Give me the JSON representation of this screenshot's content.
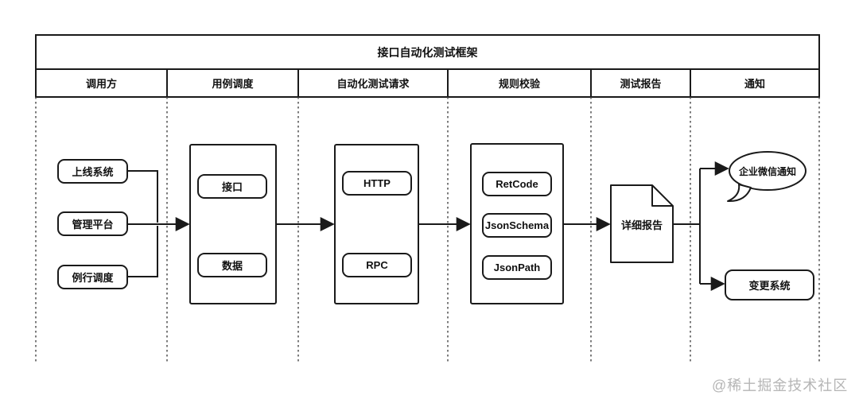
{
  "diagram": {
    "title": "接口自动化测试框架",
    "lanes": [
      {
        "label": "调用方"
      },
      {
        "label": "用例调度"
      },
      {
        "label": "自动化测试请求"
      },
      {
        "label": "规则校验"
      },
      {
        "label": "测试报告"
      },
      {
        "label": "通知"
      }
    ],
    "callers": [
      {
        "label": "上线系统"
      },
      {
        "label": "管理平台"
      },
      {
        "label": "例行调度"
      }
    ],
    "scheduler_items": [
      {
        "label": "接口"
      },
      {
        "label": "数据"
      }
    ],
    "request_items": [
      {
        "label": "HTTP"
      },
      {
        "label": "RPC"
      }
    ],
    "rule_items": [
      {
        "label": "RetCode"
      },
      {
        "label": "JsonSchema"
      },
      {
        "label": "JsonPath"
      }
    ],
    "report": {
      "label": "详细报告",
      "shape": "document"
    },
    "notifications": [
      {
        "label": "企业微信通知",
        "shape": "speech-bubble"
      },
      {
        "label": "变更系统",
        "shape": "rounded-rect"
      }
    ]
  },
  "watermark": {
    "text": "@稀土掘金技术社区"
  },
  "colors": {
    "line": "#1a1a1a",
    "watermark": "#b5b5b5",
    "background": "#ffffff"
  }
}
